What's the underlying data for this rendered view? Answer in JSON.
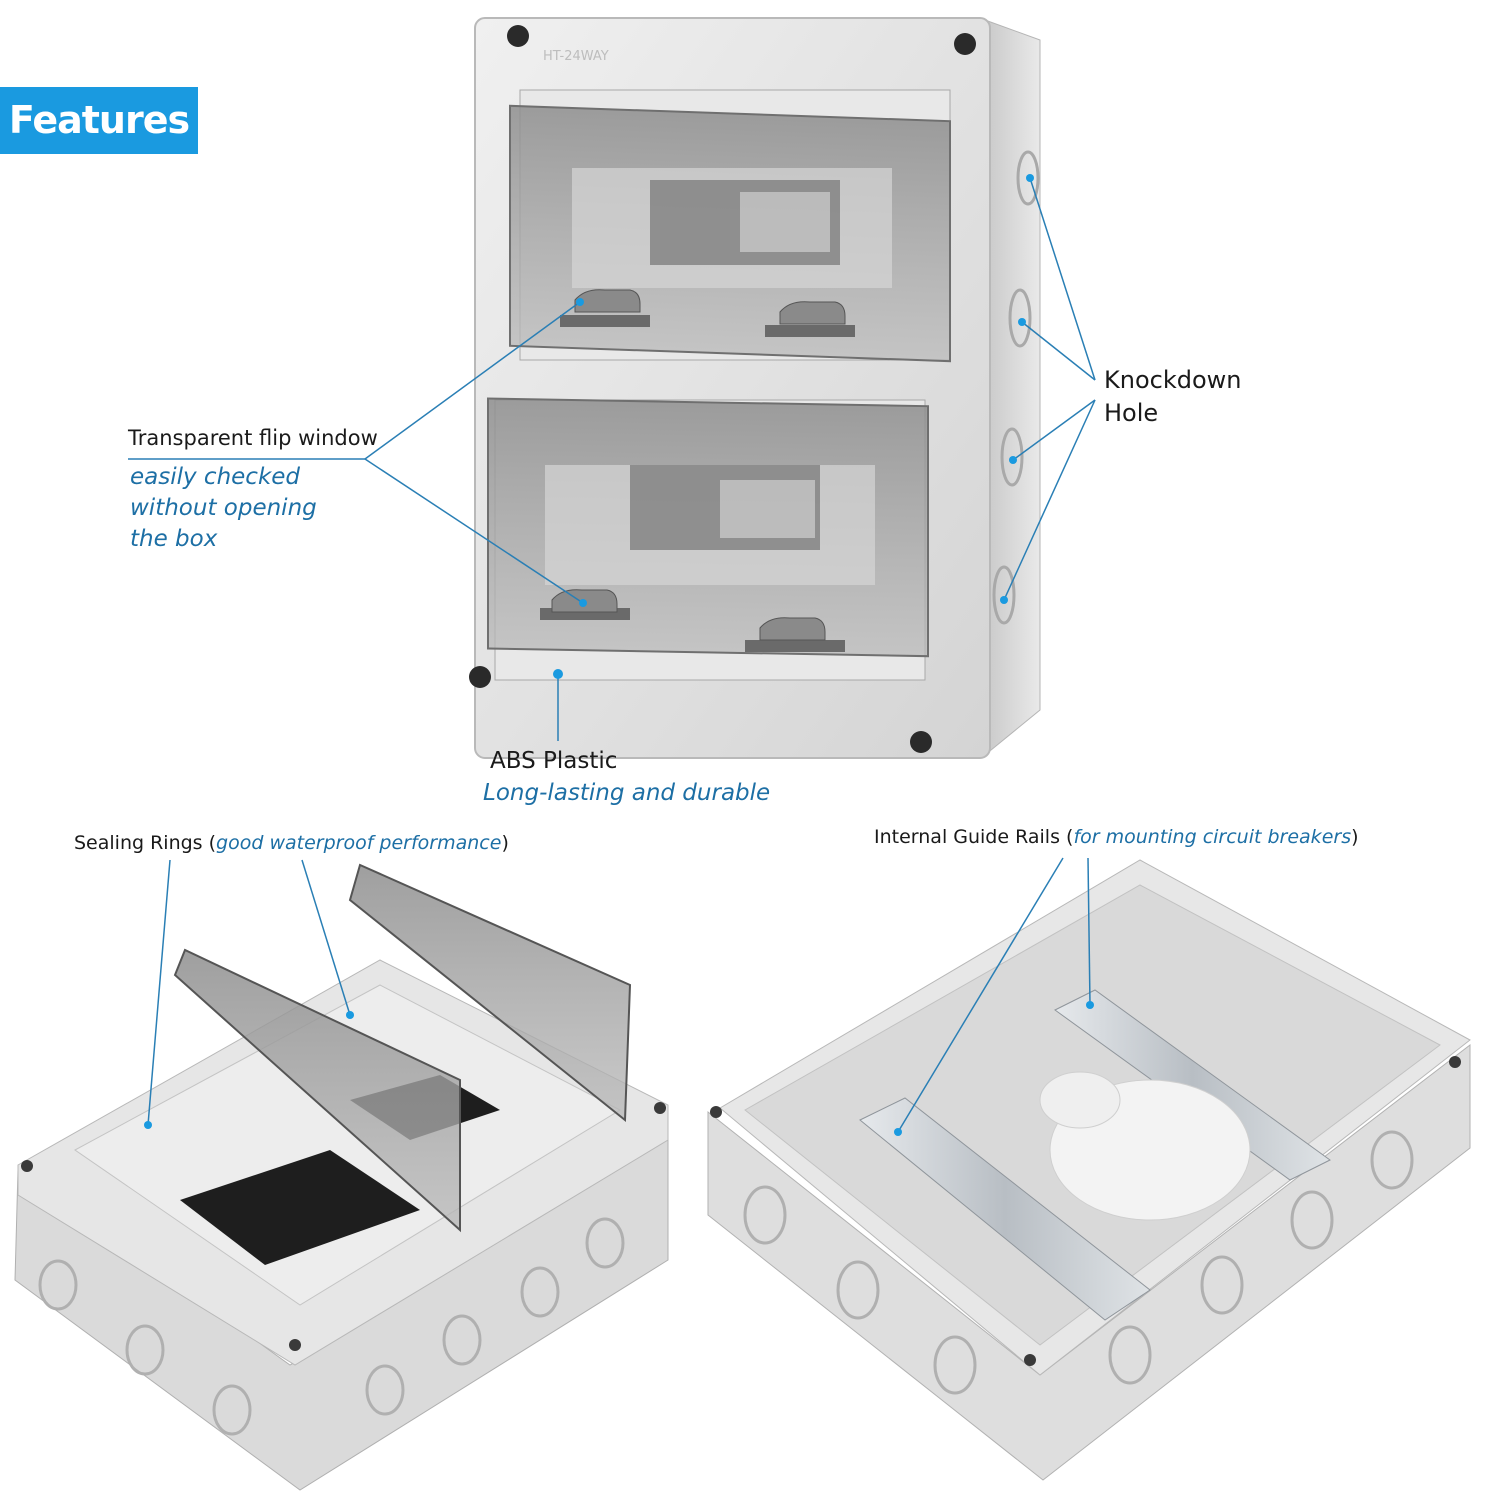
{
  "badge": {
    "text": "Features"
  },
  "box_model": "HT-24WAY",
  "window_label": {
    "title": "Transparent flip window",
    "detail": [
      "easily checked",
      "without opening",
      "the box"
    ]
  },
  "knockdown": {
    "line1": "Knockdown",
    "line2": "Hole"
  },
  "abs_label": {
    "title": "ABS Plastic",
    "detail": "Long-lasting and durable"
  },
  "sealing": {
    "prefix": "Sealing Rings (",
    "detail": "good waterproof performance",
    "suffix": ")"
  },
  "rails": {
    "prefix": "Internal Guide Rails (",
    "detail": "for mounting circuit breakers",
    "suffix": ")"
  },
  "colors": {
    "accent": "#1a9ae0",
    "callout_line": "#2a7fb5",
    "detail_text": "#1d6fa5",
    "plastic": "#dcdcdc"
  }
}
